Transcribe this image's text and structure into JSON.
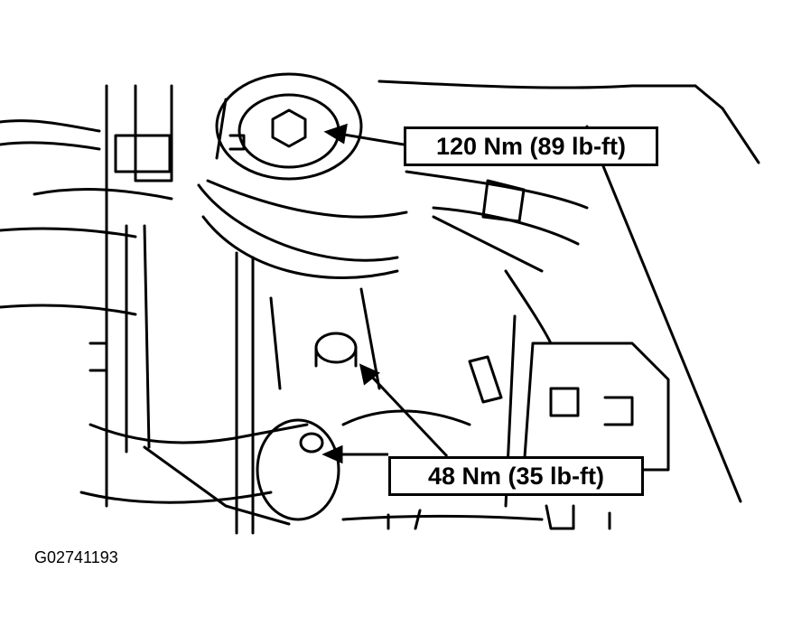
{
  "callouts": {
    "upper_torque": "120 Nm (89 lb-ft)",
    "lower_torque": "48 Nm (35 lb-ft)"
  },
  "figure_id": "G02741193",
  "colors": {
    "line": "#000000",
    "background": "#ffffff"
  }
}
